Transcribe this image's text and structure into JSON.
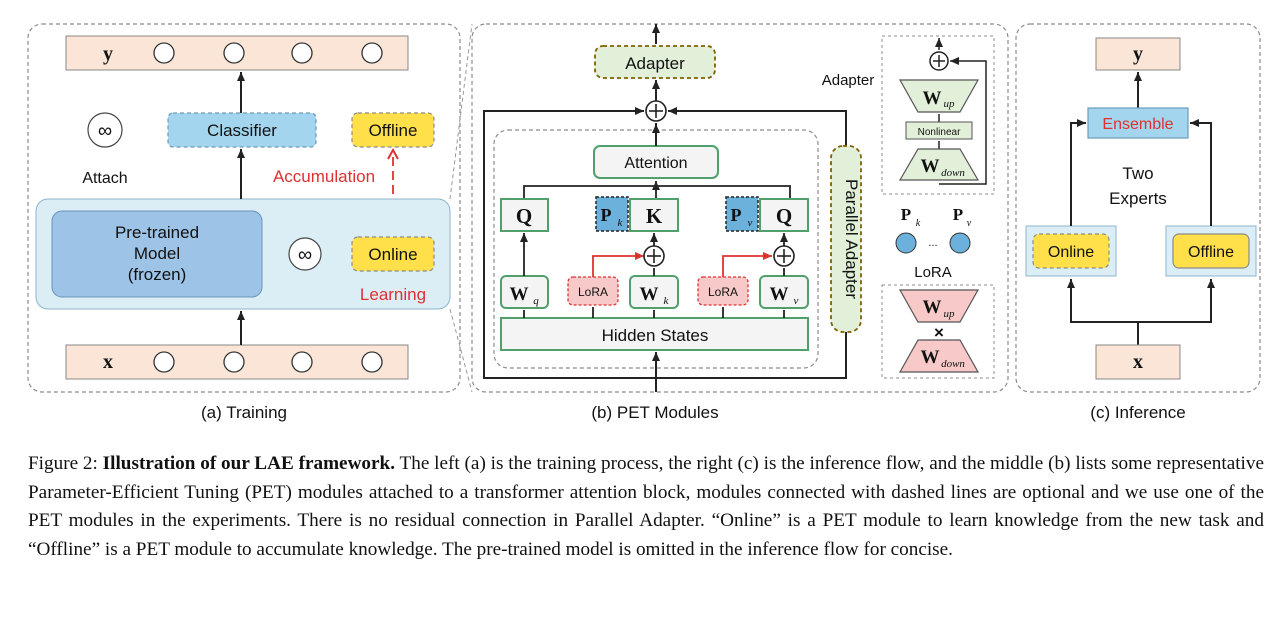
{
  "panels": {
    "training": {
      "caption": "(a) Training",
      "output_label": "y",
      "input_label": "x",
      "classifier": "Classifier",
      "offline": "Offline",
      "online": "Online",
      "attach_symbol": "∞",
      "attach_label": "Attach",
      "accumulation": "Accumulation",
      "learning": "Learning",
      "model_lines": [
        "Pre-trained",
        "Model",
        "(frozen)"
      ],
      "model_symbol": "∞"
    },
    "pet": {
      "caption": "(b) PET Modules",
      "adapter": "Adapter",
      "attention": "Attention",
      "q": "Q",
      "k": "K",
      "p": "P",
      "sub_k": "k",
      "sub_v": "v",
      "sub_q": "q",
      "w": "W",
      "lora": "LoRA",
      "hidden_states": "Hidden States",
      "parallel_adapter": "Parallel Adapter",
      "adapter_side_label": "Adapter",
      "nonlinear": "Nonlinear",
      "sub_up": "up",
      "sub_down": "down",
      "ellipsis": "...",
      "lora_side_label": "LoRA",
      "times": "×",
      "plus": "+"
    },
    "inference": {
      "caption": "(c) Inference",
      "output_label": "y",
      "input_label": "x",
      "ensemble": "Ensemble",
      "two_experts_lines": [
        "Two",
        "Experts"
      ],
      "online": "Online",
      "offline": "Offline"
    }
  },
  "caption": {
    "figure_label": "Figure 2:",
    "bold_title": "Illustration of our LAE framework.",
    "body": "The left (a) is the training process, the right (c) is the inference flow, and the middle (b) lists some representative Parameter-Efficient Tuning (PET) modules attached to a transformer attention block, modules connected with dashed lines are optional and we use one of the PET modules in the experiments. There is no residual connection in Parallel Adapter. “Online” is a PET module to learn knowledge from the new task and “Offline” is a PET module to accumulate knowledge. The pre-trained model is omitted in the inference flow for concise."
  },
  "colors": {
    "peach": "#fbe5d6",
    "light_blue": "#dbeef6",
    "mid_blue": "#9dc3e6",
    "cyan_box": "#a3d6ee",
    "yellow": "#ffe04b",
    "green_border": "#4fa06a",
    "green_fill": "#e2f0d9",
    "olive_border": "#7f6000",
    "red": "#e03030",
    "pink": "#f8c9c9",
    "blue_circle": "#6cb0dc",
    "dashed_gray": "#8c8c8c"
  }
}
